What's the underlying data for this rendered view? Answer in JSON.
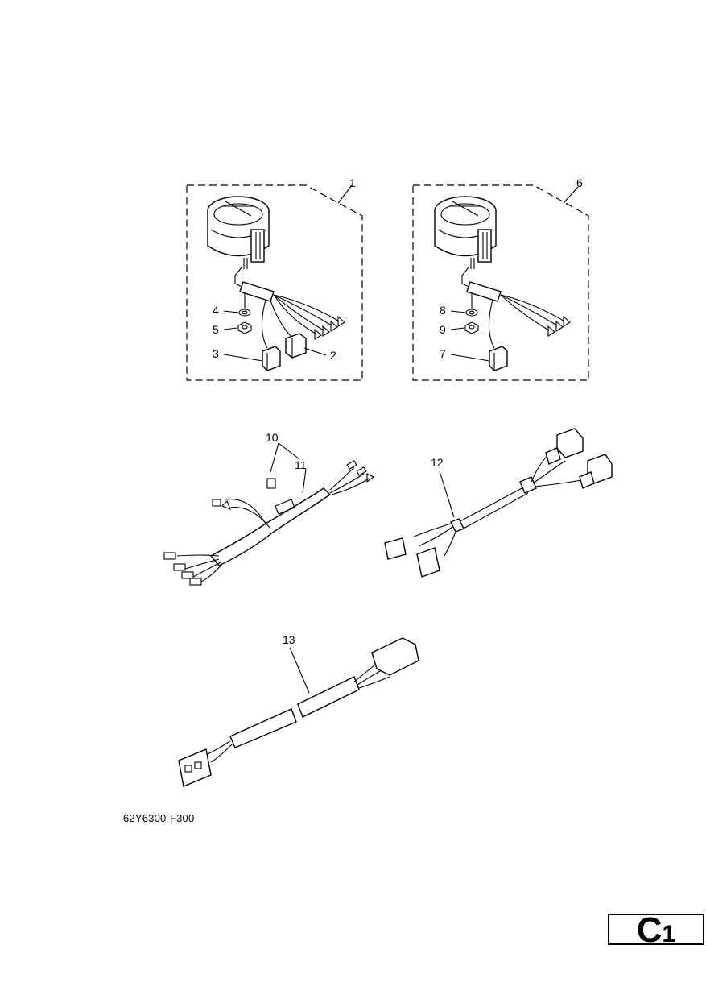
{
  "diagram": {
    "callouts": {
      "c1": "1",
      "c2": "2",
      "c3": "3",
      "c4": "4",
      "c5": "5",
      "c6": "6",
      "c7": "7",
      "c8": "8",
      "c9": "9",
      "c10": "10",
      "c11": "11",
      "c12": "12",
      "c13": "13"
    },
    "drawing_code": "62Y6300-F300",
    "section": {
      "letter": "C",
      "number": "1"
    }
  }
}
